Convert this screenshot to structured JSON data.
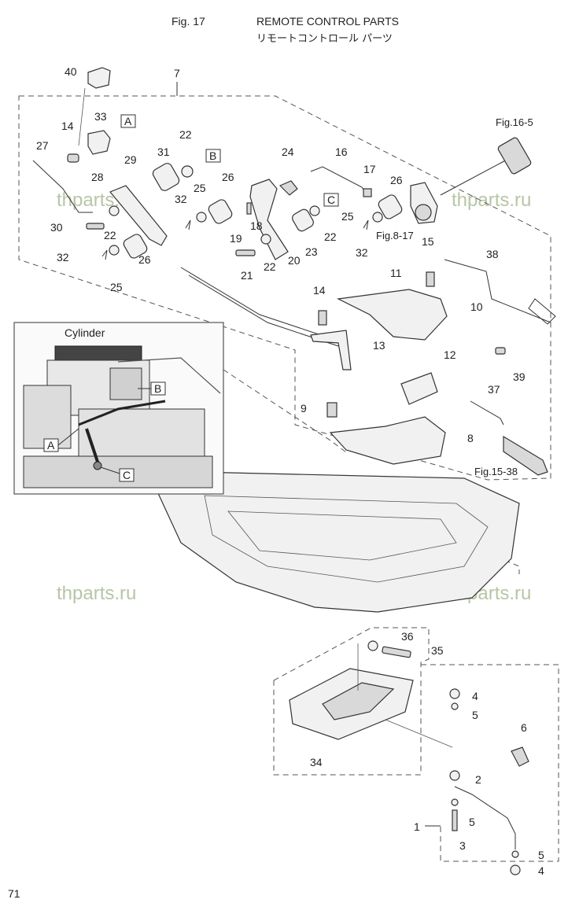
{
  "header": {
    "fig_label": "Fig. 17",
    "title": "REMOTE CONTROL PARTS",
    "title_jp": "リモートコントロール パーツ"
  },
  "page_number": "71",
  "watermark": "thparts.ru",
  "inset": {
    "title": "Cylinder",
    "callouts": [
      "A",
      "B",
      "C"
    ]
  },
  "refs": {
    "fig_16_5": "Fig.16-5",
    "fig_8_17": "Fig.8-17",
    "fig_15_38": "Fig.15-38"
  },
  "boxed_letters": [
    "A",
    "B",
    "C"
  ],
  "part_numbers": {
    "p1": "1",
    "p2": "2",
    "p3": "3",
    "p4": "4",
    "p4b": "4",
    "p5": "5",
    "p5b": "5",
    "p5c": "5",
    "p6": "6",
    "p7": "7",
    "p8": "8",
    "p9": "9",
    "p10": "10",
    "p11": "11",
    "p12": "12",
    "p13": "13",
    "p14": "14",
    "p14b": "14",
    "p15": "15",
    "p16": "16",
    "p17": "17",
    "p18": "18",
    "p19": "19",
    "p20": "20",
    "p21": "21",
    "p22": "22",
    "p22b": "22",
    "p22c": "22",
    "p22d": "22",
    "p23": "23",
    "p24": "24",
    "p25": "25",
    "p25b": "25",
    "p25c": "25",
    "p26": "26",
    "p26b": "26",
    "p26c": "26",
    "p27": "27",
    "p28": "28",
    "p29": "29",
    "p30": "30",
    "p31": "31",
    "p32": "32",
    "p32b": "32",
    "p32c": "32",
    "p33": "33",
    "p34": "34",
    "p35": "35",
    "p36": "36",
    "p37": "37",
    "p38": "38",
    "p39": "39",
    "p40": "40"
  }
}
